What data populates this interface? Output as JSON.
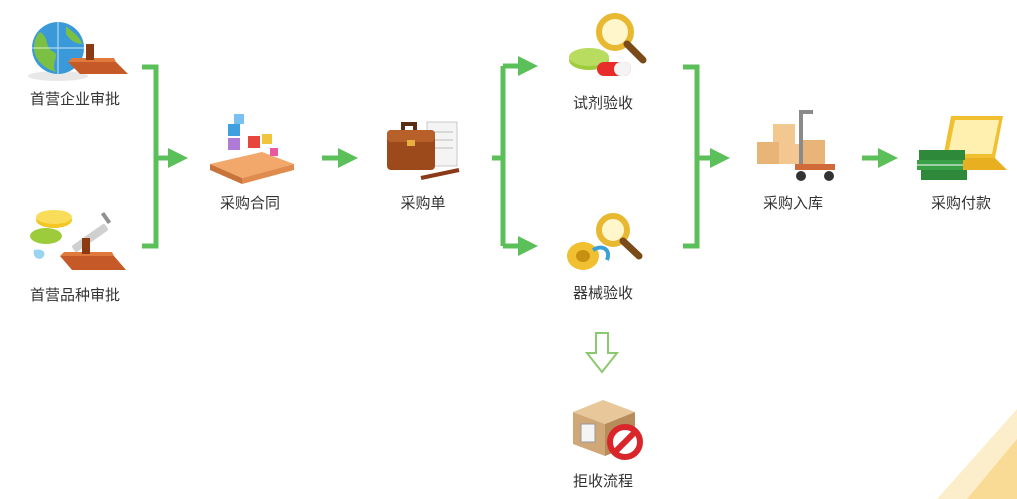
{
  "nodes": {
    "enterprise_review": "首营企业审批",
    "variety_review": "首营品种审批",
    "contract": "采购合同",
    "purchase_order": "采购单",
    "reagent_check": "试剂验收",
    "instrument_check": "器械验收",
    "reject_flow": "拒收流程",
    "warehousing": "采购入库",
    "payment": "采购付款"
  },
  "colors": {
    "connector_green": "#5cc05a",
    "reject_arrow": "#8cc96e",
    "reject_sign": "#d8262a",
    "label_text": "#333333"
  },
  "icons": {
    "enterprise_review": "globe-stamp-icon",
    "variety_review": "pills-syringe-stamp-icon",
    "contract": "blocks-book-icon",
    "purchase_order": "briefcase-document-icon",
    "reagent_check": "magnifier-pills-icon",
    "instrument_check": "magnifier-horn-icon",
    "reject_flow": "box-prohibited-icon",
    "warehousing": "boxes-cart-icon",
    "payment": "laptop-money-icon"
  }
}
